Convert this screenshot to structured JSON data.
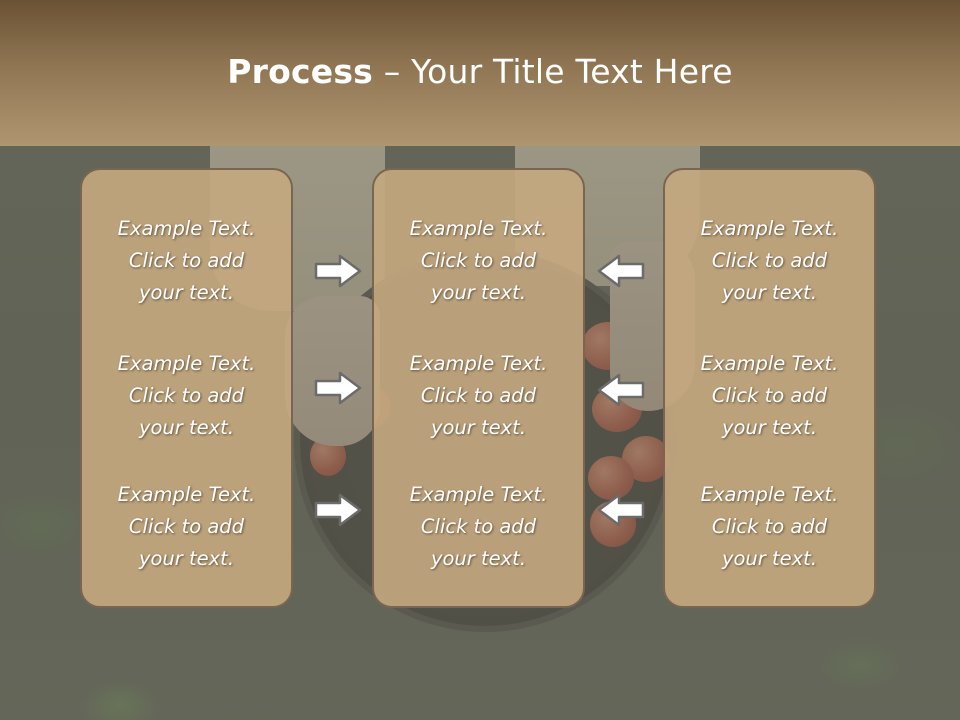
{
  "slide": {
    "title_bold": "Process",
    "title_rest": " – Your Title Text Here"
  },
  "columns": [
    {
      "items": [
        {
          "line1": "Example Text.",
          "line2": "Click  to add",
          "line3": "your text."
        },
        {
          "line1": "Example Text.",
          "line2": "Click  to add",
          "line3": "your text."
        },
        {
          "line1": "Example Text.",
          "line2": "Click  to add",
          "line3": "your text."
        }
      ]
    },
    {
      "items": [
        {
          "line1": "Example Text.",
          "line2": "Click  to add",
          "line3": "your text."
        },
        {
          "line1": "Example Text.",
          "line2": "Click  to add",
          "line3": "your text."
        },
        {
          "line1": "Example Text.",
          "line2": "Click  to add",
          "line3": "your text."
        }
      ]
    },
    {
      "items": [
        {
          "line1": "Example Text.",
          "line2": "Click  to add",
          "line3": "your text."
        },
        {
          "line1": "Example Text.",
          "line2": "Click  to add",
          "line3": "your text."
        },
        {
          "line1": "Example Text.",
          "line2": "Click  to add",
          "line3": "your text."
        }
      ]
    }
  ],
  "arrows": {
    "left_group": "arrow-right-icon",
    "right_group": "arrow-left-icon"
  },
  "colors": {
    "header_top": "#6a5234",
    "header_bottom": "#b09670",
    "box_fill": "#c5a880",
    "box_border": "#7a6650",
    "text": "#ffffff"
  }
}
